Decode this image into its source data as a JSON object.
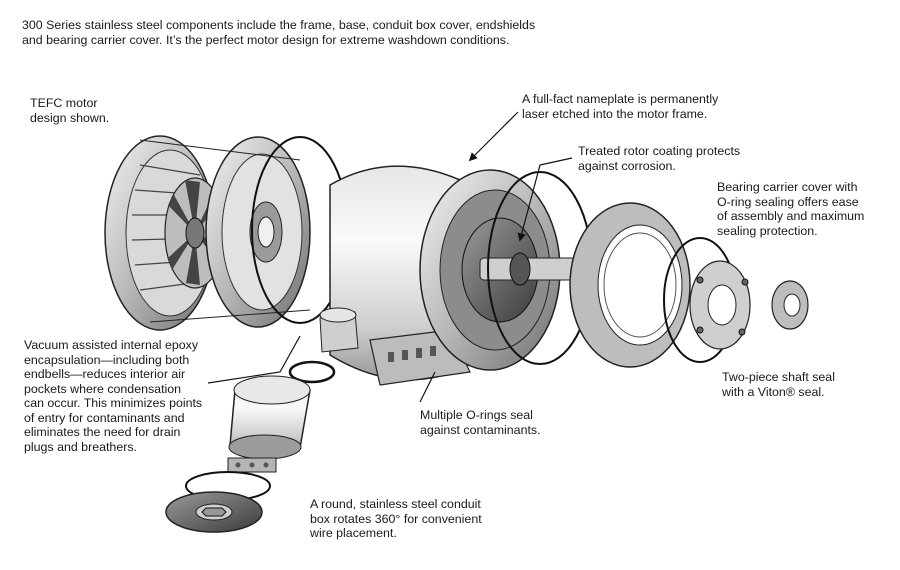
{
  "intro": {
    "line1": "300 Series stainless steel components include the frame, base, conduit box cover, endshields",
    "line2": "and bearing carrier cover. It’s the perfect motor design for extreme washdown conditions."
  },
  "callouts": {
    "tefc": {
      "line1": "TEFC motor",
      "line2": "design shown."
    },
    "nameplate": {
      "line1": "A full-fact nameplate is permanently",
      "line2": "laser etched into the motor frame."
    },
    "rotor": {
      "line1": "Treated rotor coating protects",
      "line2": "against corrosion."
    },
    "bearing": {
      "line1": "Bearing carrier cover with",
      "line2": "O-ring sealing offers ease",
      "line3": "of assembly and maximum",
      "line4": "sealing protection."
    },
    "vacuum": {
      "line1": "Vacuum assisted internal epoxy",
      "line2": "encapsulation—including both",
      "line3": "endbells—reduces interior air",
      "line4": "pockets where condensation",
      "line5": "can occur. This minimizes points",
      "line6": "of entry for contaminants and",
      "line7": "eliminates the need for drain",
      "line8": "plugs and breathers."
    },
    "shaftseal": {
      "line1": "Two-piece shaft seal",
      "line2": "with a Viton® seal."
    },
    "orings": {
      "line1": "Multiple O-rings seal",
      "line2": "against contaminants."
    },
    "conduit": {
      "line1": "A round, stainless steel conduit",
      "line2": "box rotates 360° for convenient",
      "line3": "wire placement."
    }
  }
}
